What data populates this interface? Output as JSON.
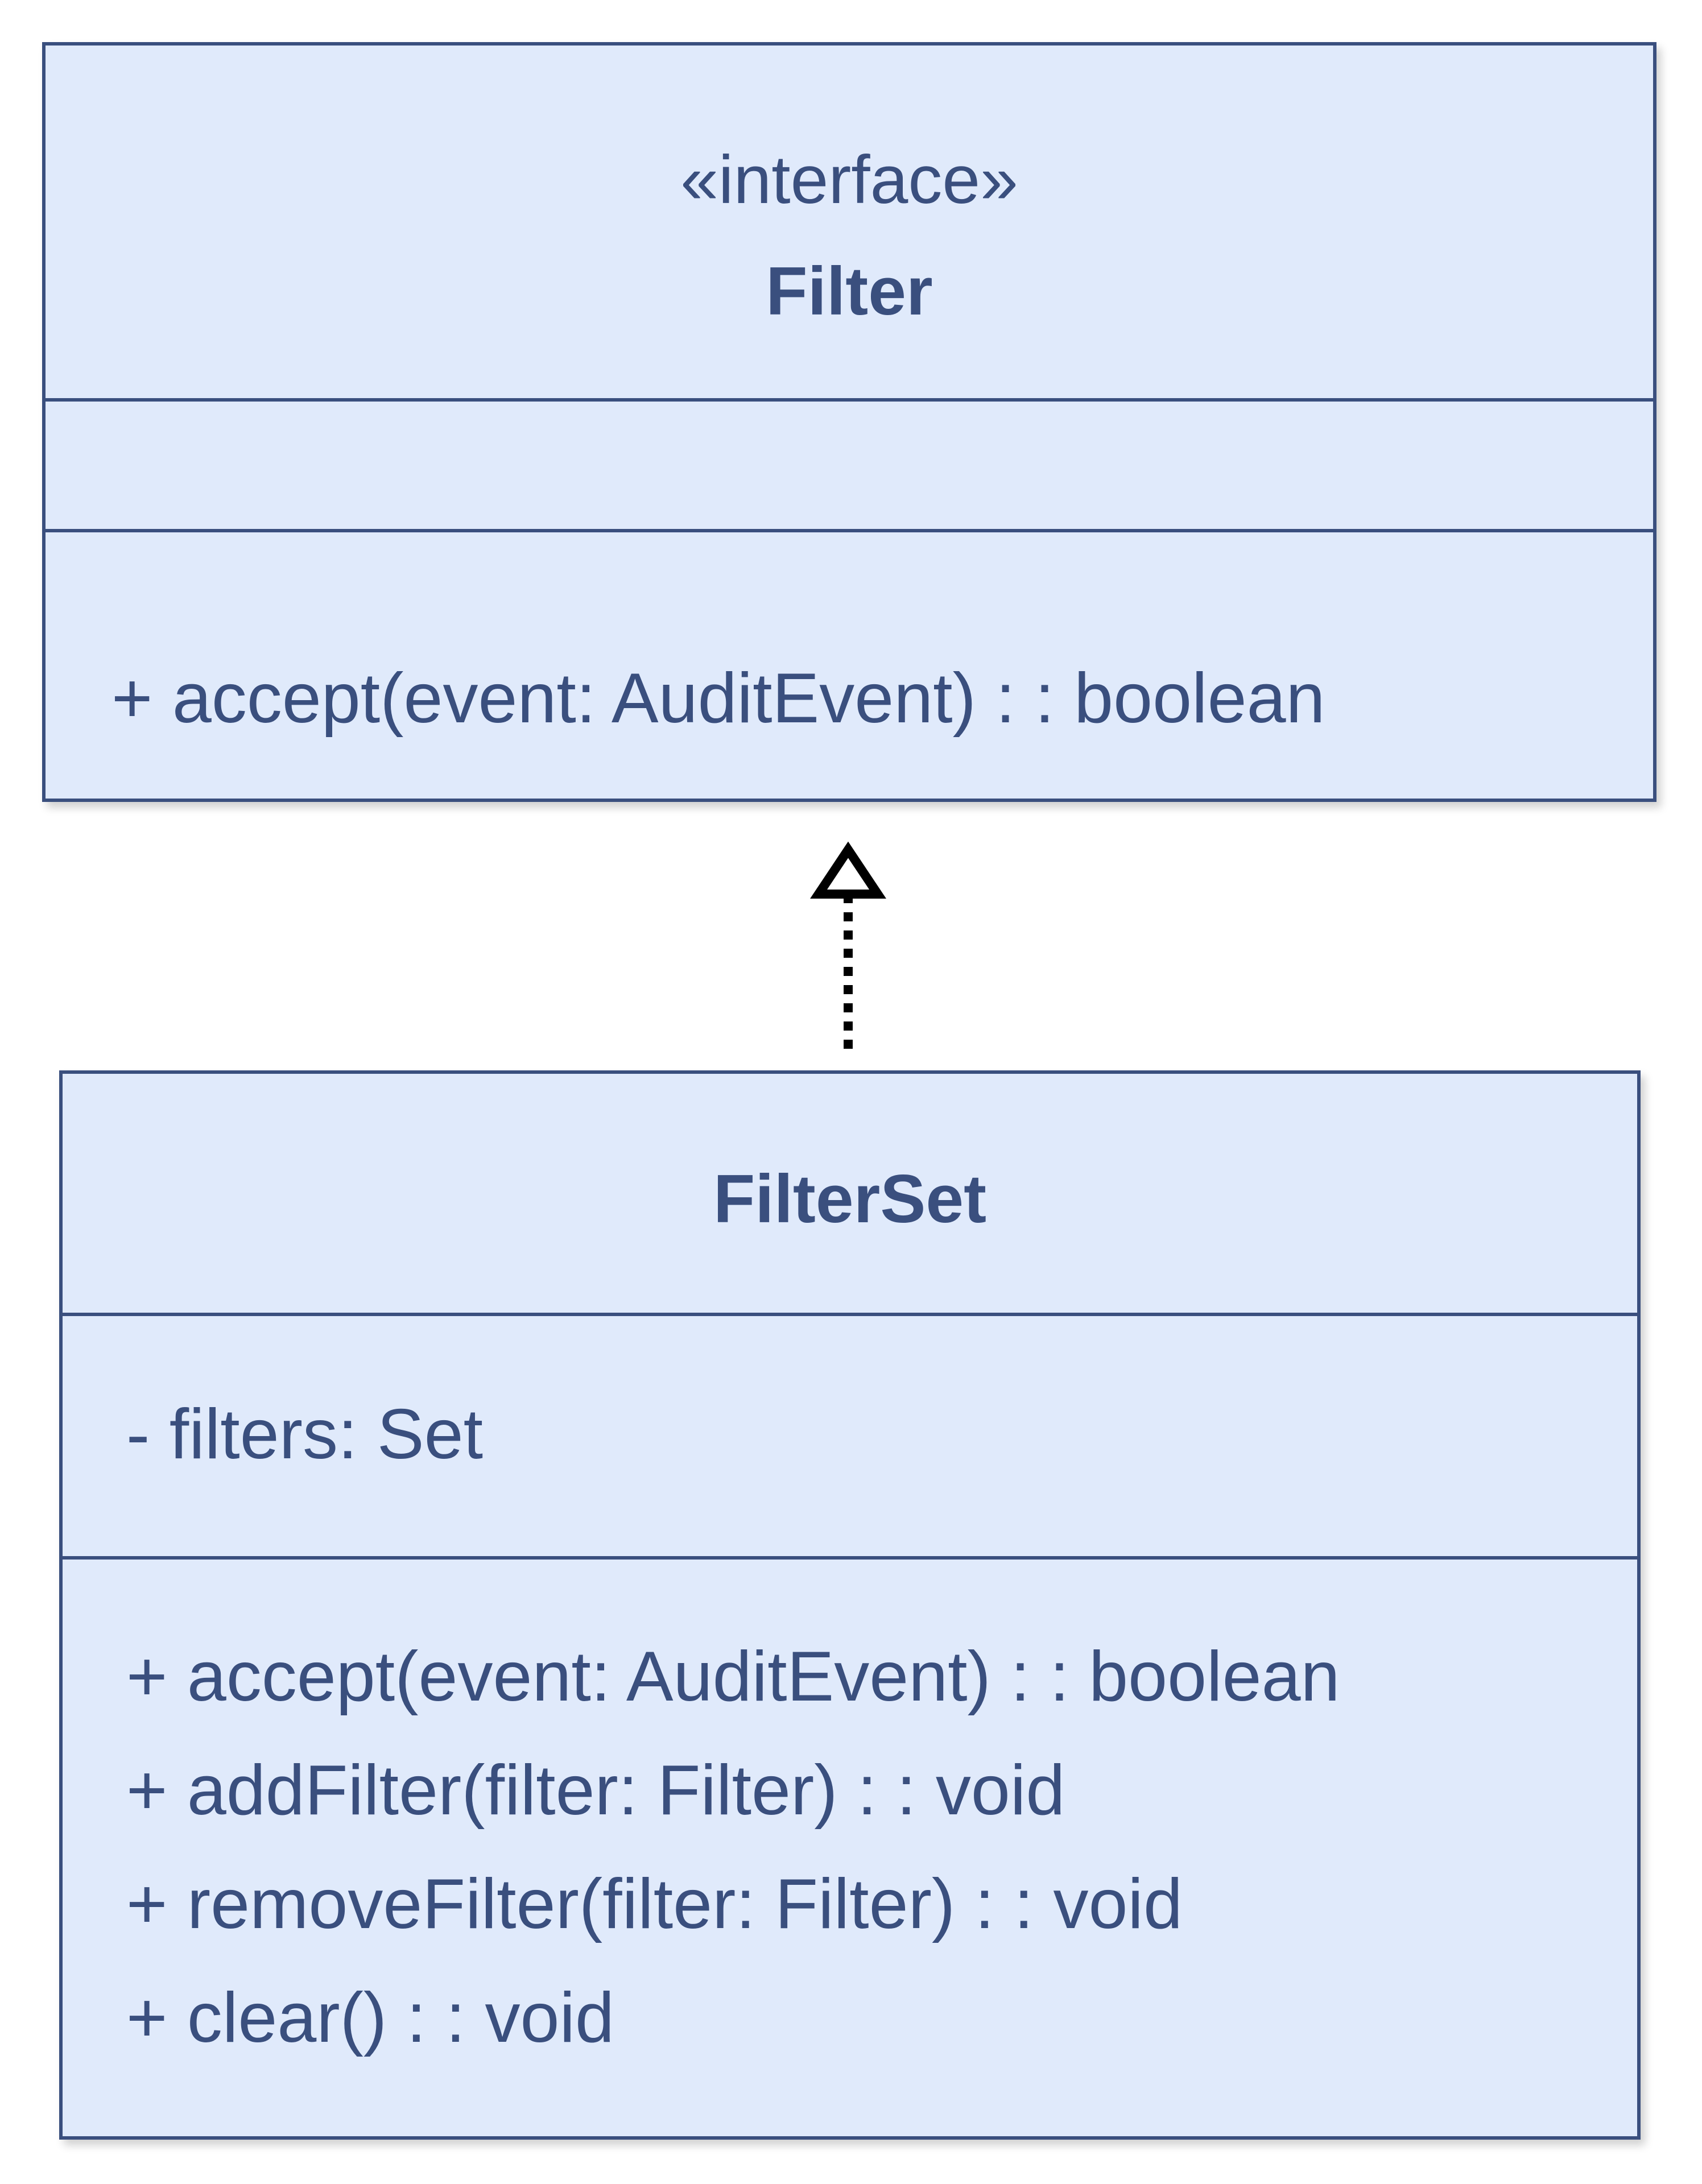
{
  "colors": {
    "box_fill": "#e0eafb",
    "box_border": "#3a4f7e",
    "text": "#3a4f7e",
    "connector": "#000000"
  },
  "classes": {
    "filter": {
      "stereotype": "«interface»",
      "name": "Filter",
      "attributes": [],
      "operations": [
        "+ accept(event: AuditEvent) : : boolean"
      ]
    },
    "filterset": {
      "name": "FilterSet",
      "attributes": [
        "- filters: Set"
      ],
      "operations": [
        "+ accept(event: AuditEvent) : : boolean",
        "+ addFilter(filter: Filter) : : void",
        "+ removeFilter(filter: Filter) : : void",
        "+ clear() : : void"
      ]
    }
  },
  "relationships": [
    {
      "type": "realization",
      "from": "FilterSet",
      "to": "Filter"
    }
  ]
}
